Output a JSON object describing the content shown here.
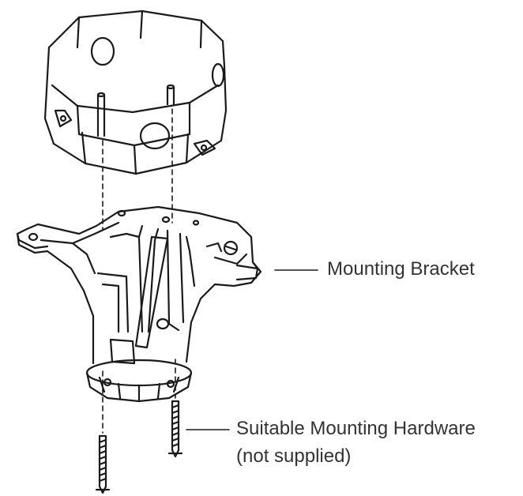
{
  "labels": {
    "mounting_bracket": "Mounting Bracket",
    "hardware_line1": "Suitable Mounting Hardware",
    "hardware_line2": "(not supplied)"
  },
  "colors": {
    "line": "#1a1a1a",
    "text": "#333333",
    "background": "#ffffff"
  }
}
